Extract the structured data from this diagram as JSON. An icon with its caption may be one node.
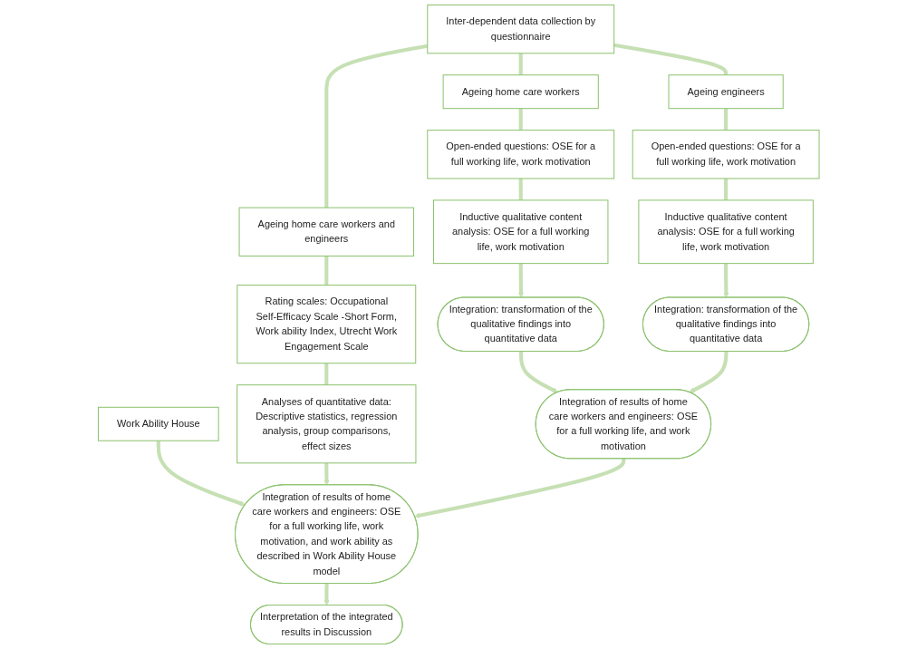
{
  "diagram": {
    "nodes": [
      {
        "text": [
          "Inter-dependent data collection by questionnaire"
        ]
      },
      {
        "text": [
          "Ageing home care workers and engineers"
        ]
      },
      {
        "text": [
          "Ageing home care workers"
        ]
      },
      {
        "text": [
          "Ageing engineers"
        ]
      },
      {
        "text": [
          "Rating scales: Occupational Self-Efficacy Scale -Short Form, Work ability Index, Utrecht Work Engagement Scale"
        ]
      },
      {
        "text": [
          "Open-ended questions: OSE for a full working life, work motivation"
        ]
      },
      {
        "text": [
          "Open-ended questions: OSE for a full working life, work motivation"
        ]
      },
      {
        "text": [
          "Analyses of quantitative data: Descriptive statistics, regression analysis, group comparisons, effect sizes"
        ]
      },
      {
        "text": [
          "Inductive qualitative content analysis: OSE for a full working life, work motivation"
        ]
      },
      {
        "text": [
          "Inductive qualitative content analysis: OSE for a full working life, work motivation"
        ]
      },
      {
        "text": [
          "Integration: transformation of the qualitative findings into quantitative data"
        ]
      },
      {
        "text": [
          "Integration: transformation of the qualitative findings into quantitative data"
        ]
      },
      {
        "text": [
          "Work Ability House"
        ]
      },
      {
        "text": [
          "Integration of results of home care workers and engineers: OSE for a full working life, and work motivation"
        ]
      },
      {
        "text": [
          "Integration of results of home care workers and engineers: OSE for a full working life, work motivation, and work ability as described in Work Ability House model"
        ]
      },
      {
        "text": [
          "Interpretation of the integrated results in Discussion"
        ]
      }
    ],
    "edges": [
      {
        "from": 0,
        "to": 1,
        "arrow": "none"
      },
      {
        "from": 0,
        "to": 2,
        "arrow": "none"
      },
      {
        "from": 0,
        "to": 3,
        "arrow": "none"
      },
      {
        "from": 1,
        "to": 4,
        "arrow": "none"
      },
      {
        "from": 2,
        "to": 5,
        "arrow": "none"
      },
      {
        "from": 3,
        "to": 6,
        "arrow": "none"
      },
      {
        "from": 4,
        "to": 7,
        "arrow": "none"
      },
      {
        "from": 5,
        "to": 8,
        "arrow": "none"
      },
      {
        "from": 6,
        "to": 9,
        "arrow": "none"
      },
      {
        "from": 8,
        "to": 10,
        "arrow": "to"
      },
      {
        "from": 9,
        "to": 11,
        "arrow": "to"
      },
      {
        "from": 10,
        "to": 13,
        "arrow": "to"
      },
      {
        "from": 11,
        "to": 13,
        "arrow": "to"
      },
      {
        "from": 12,
        "to": 14,
        "arrow": "to"
      },
      {
        "from": 7,
        "to": 14,
        "arrow": "to"
      },
      {
        "from": 13,
        "to": 14,
        "arrow": "to"
      },
      {
        "from": 14,
        "to": 15,
        "arrow": "to"
      }
    ]
  }
}
